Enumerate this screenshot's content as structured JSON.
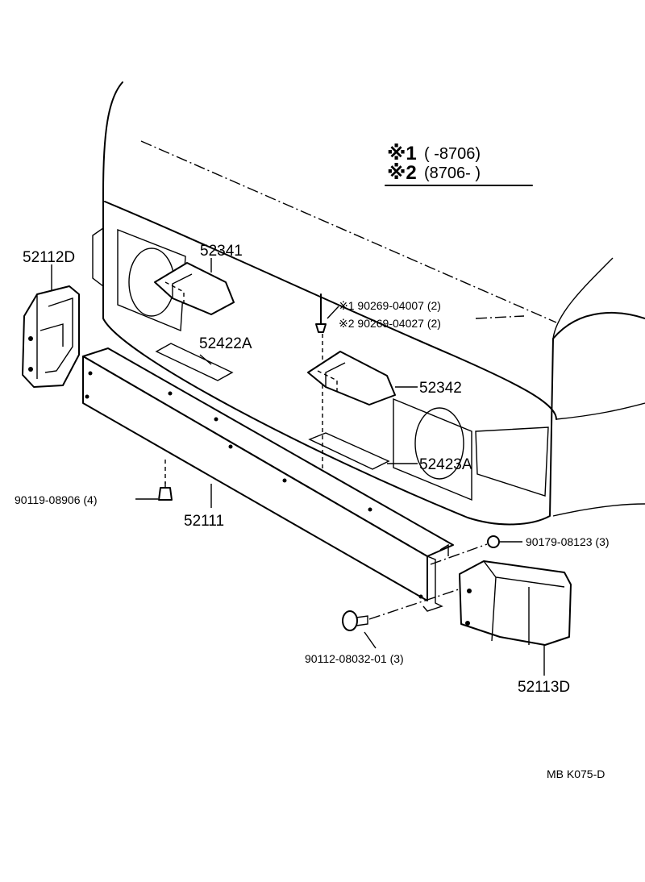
{
  "legend": {
    "line1": {
      "mark": "※1",
      "range": "(        -8706)"
    },
    "line2": {
      "mark": "※2",
      "range": "(8706-        )"
    }
  },
  "parts": {
    "p52112D": "52112D",
    "p52341": "52341",
    "p52422A": "52422A",
    "p52342": "52342",
    "p52423A": "52423A",
    "p52111": "52111",
    "p52113D": "52113D",
    "screw1": "※1 90269-04007 (2)",
    "screw2": "※2 90269-04027 (2)",
    "bolt": "90119-08906 (4)",
    "nut": "90179-08123 (3)",
    "clip": "90112-08032-01 (3)"
  },
  "code": "MB  K075-D"
}
